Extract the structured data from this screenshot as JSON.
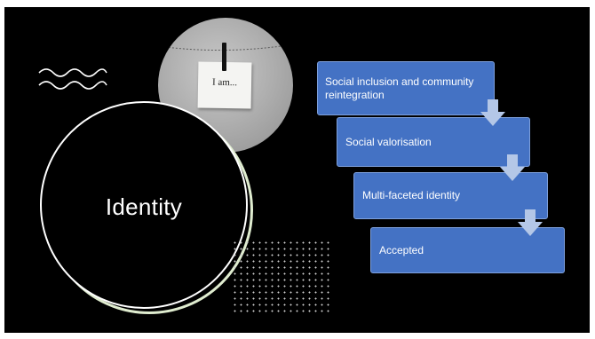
{
  "slide": {
    "background": "#000000",
    "photo_note_text": "I am...",
    "main_label": "Identity",
    "accent_ring_color": "#dfeccf"
  },
  "process": {
    "box_color": "#4472c4",
    "arrow_color": "#b4c7e7",
    "steps": [
      "Social inclusion and community reintegration",
      "Social valorisation",
      "Multi-faceted identity",
      "Accepted"
    ]
  },
  "decor": {
    "waves_icon": "wave-lines-icon",
    "dots_icon": "dot-grid-pattern"
  }
}
